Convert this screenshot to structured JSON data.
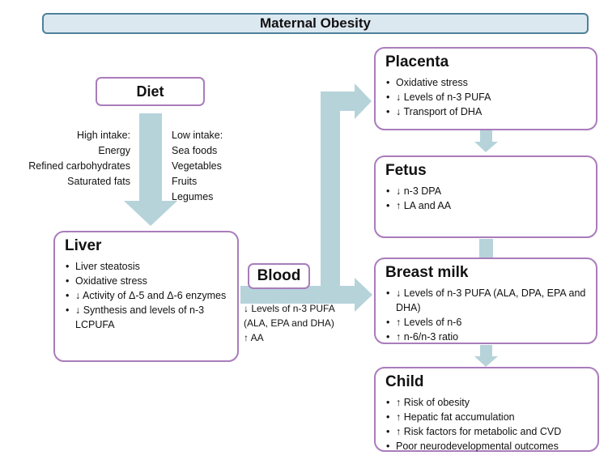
{
  "title_bar": {
    "label": "Maternal Obesity"
  },
  "colors": {
    "title_fill": "#dce8f0",
    "title_border": "#4e819a",
    "box_border": "#a97cbb",
    "arrow": "#b6d3da",
    "text": "#111111"
  },
  "diet": {
    "title": "Diet",
    "high_intake": {
      "heading": "High intake:",
      "items": [
        "Energy",
        "Refined carbohydrates",
        "Saturated fats"
      ]
    },
    "low_intake": {
      "heading": "Low intake:",
      "items": [
        "Sea foods",
        "Vegetables",
        "Fruits",
        "Legumes"
      ]
    }
  },
  "liver": {
    "title": "Liver",
    "bullets": [
      "Liver steatosis",
      "Oxidative stress",
      "↓ Activity of Δ-5 and Δ-6 enzymes",
      "↓ Synthesis and levels of n-3 LCPUFA"
    ]
  },
  "blood": {
    "title": "Blood",
    "notes": [
      "↓ Levels of n-3 PUFA",
      "(ALA, EPA and DHA)",
      "↑ AA"
    ]
  },
  "placenta": {
    "title": "Placenta",
    "bullets": [
      "Oxidative stress",
      "↓ Levels of n-3 PUFA",
      "↓ Transport of DHA"
    ]
  },
  "fetus": {
    "title": "Fetus",
    "bullets": [
      "↓ n-3 DPA",
      "↑ LA and AA"
    ]
  },
  "breast_milk": {
    "title": "Breast milk",
    "bullets": [
      "↓ Levels of n-3 PUFA (ALA, DPA, EPA and DHA)",
      "↑ Levels of n-6",
      "↑ n-6/n-3 ratio"
    ]
  },
  "child": {
    "title": "Child",
    "bullets": [
      "↑ Risk of obesity",
      "↑ Hepatic fat accumulation",
      "↑ Risk factors for metabolic and CVD",
      "Poor neurodevelopmental outcomes"
    ]
  }
}
